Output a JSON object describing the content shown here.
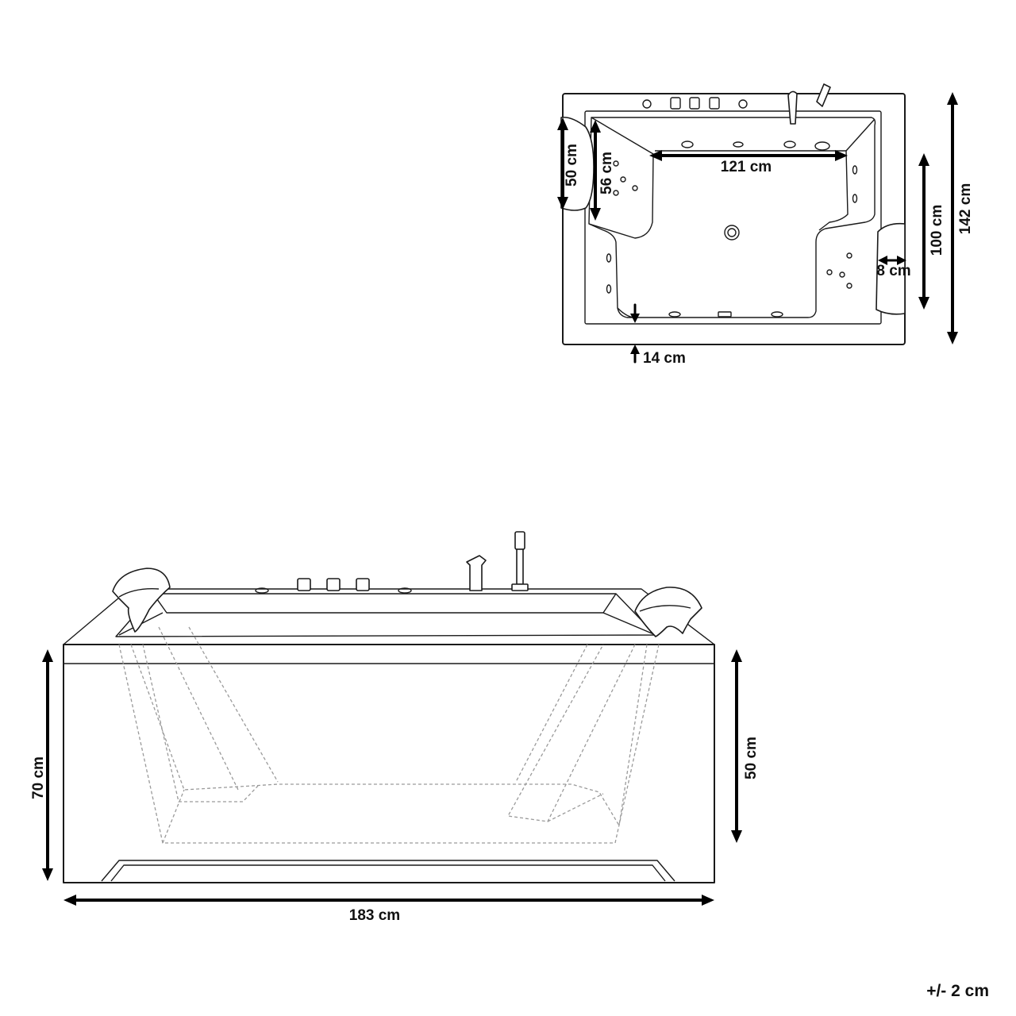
{
  "top_view": {
    "dim_width_inner": "121 cm",
    "dim_headrest_50": "50 cm",
    "dim_headrest_56": "56 cm",
    "dim_depth_inner": "100 cm",
    "dim_depth_outer": "142 cm",
    "dim_pillow": "8 cm",
    "dim_rim": "14 cm"
  },
  "front_view": {
    "dim_length": "183 cm",
    "dim_height": "70 cm",
    "dim_water_depth": "50 cm"
  },
  "tolerance": "+/- 2 cm"
}
